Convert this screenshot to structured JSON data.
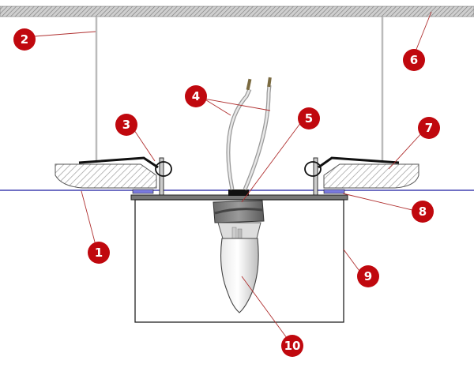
{
  "diagram": {
    "colors": {
      "callout_fill": "#c0080e",
      "callout_text": "#ffffff",
      "leader_line": "#b03030",
      "ceiling_line": "#1a1aa0",
      "hatch": "#999999",
      "outline": "#333333"
    },
    "callouts": [
      {
        "id": "1",
        "label": "1"
      },
      {
        "id": "2",
        "label": "2"
      },
      {
        "id": "3",
        "label": "3"
      },
      {
        "id": "4",
        "label": "4"
      },
      {
        "id": "5",
        "label": "5"
      },
      {
        "id": "6",
        "label": "6"
      },
      {
        "id": "7",
        "label": "7"
      },
      {
        "id": "8",
        "label": "8"
      },
      {
        "id": "9",
        "label": "9"
      },
      {
        "id": "10",
        "label": "10"
      }
    ]
  }
}
